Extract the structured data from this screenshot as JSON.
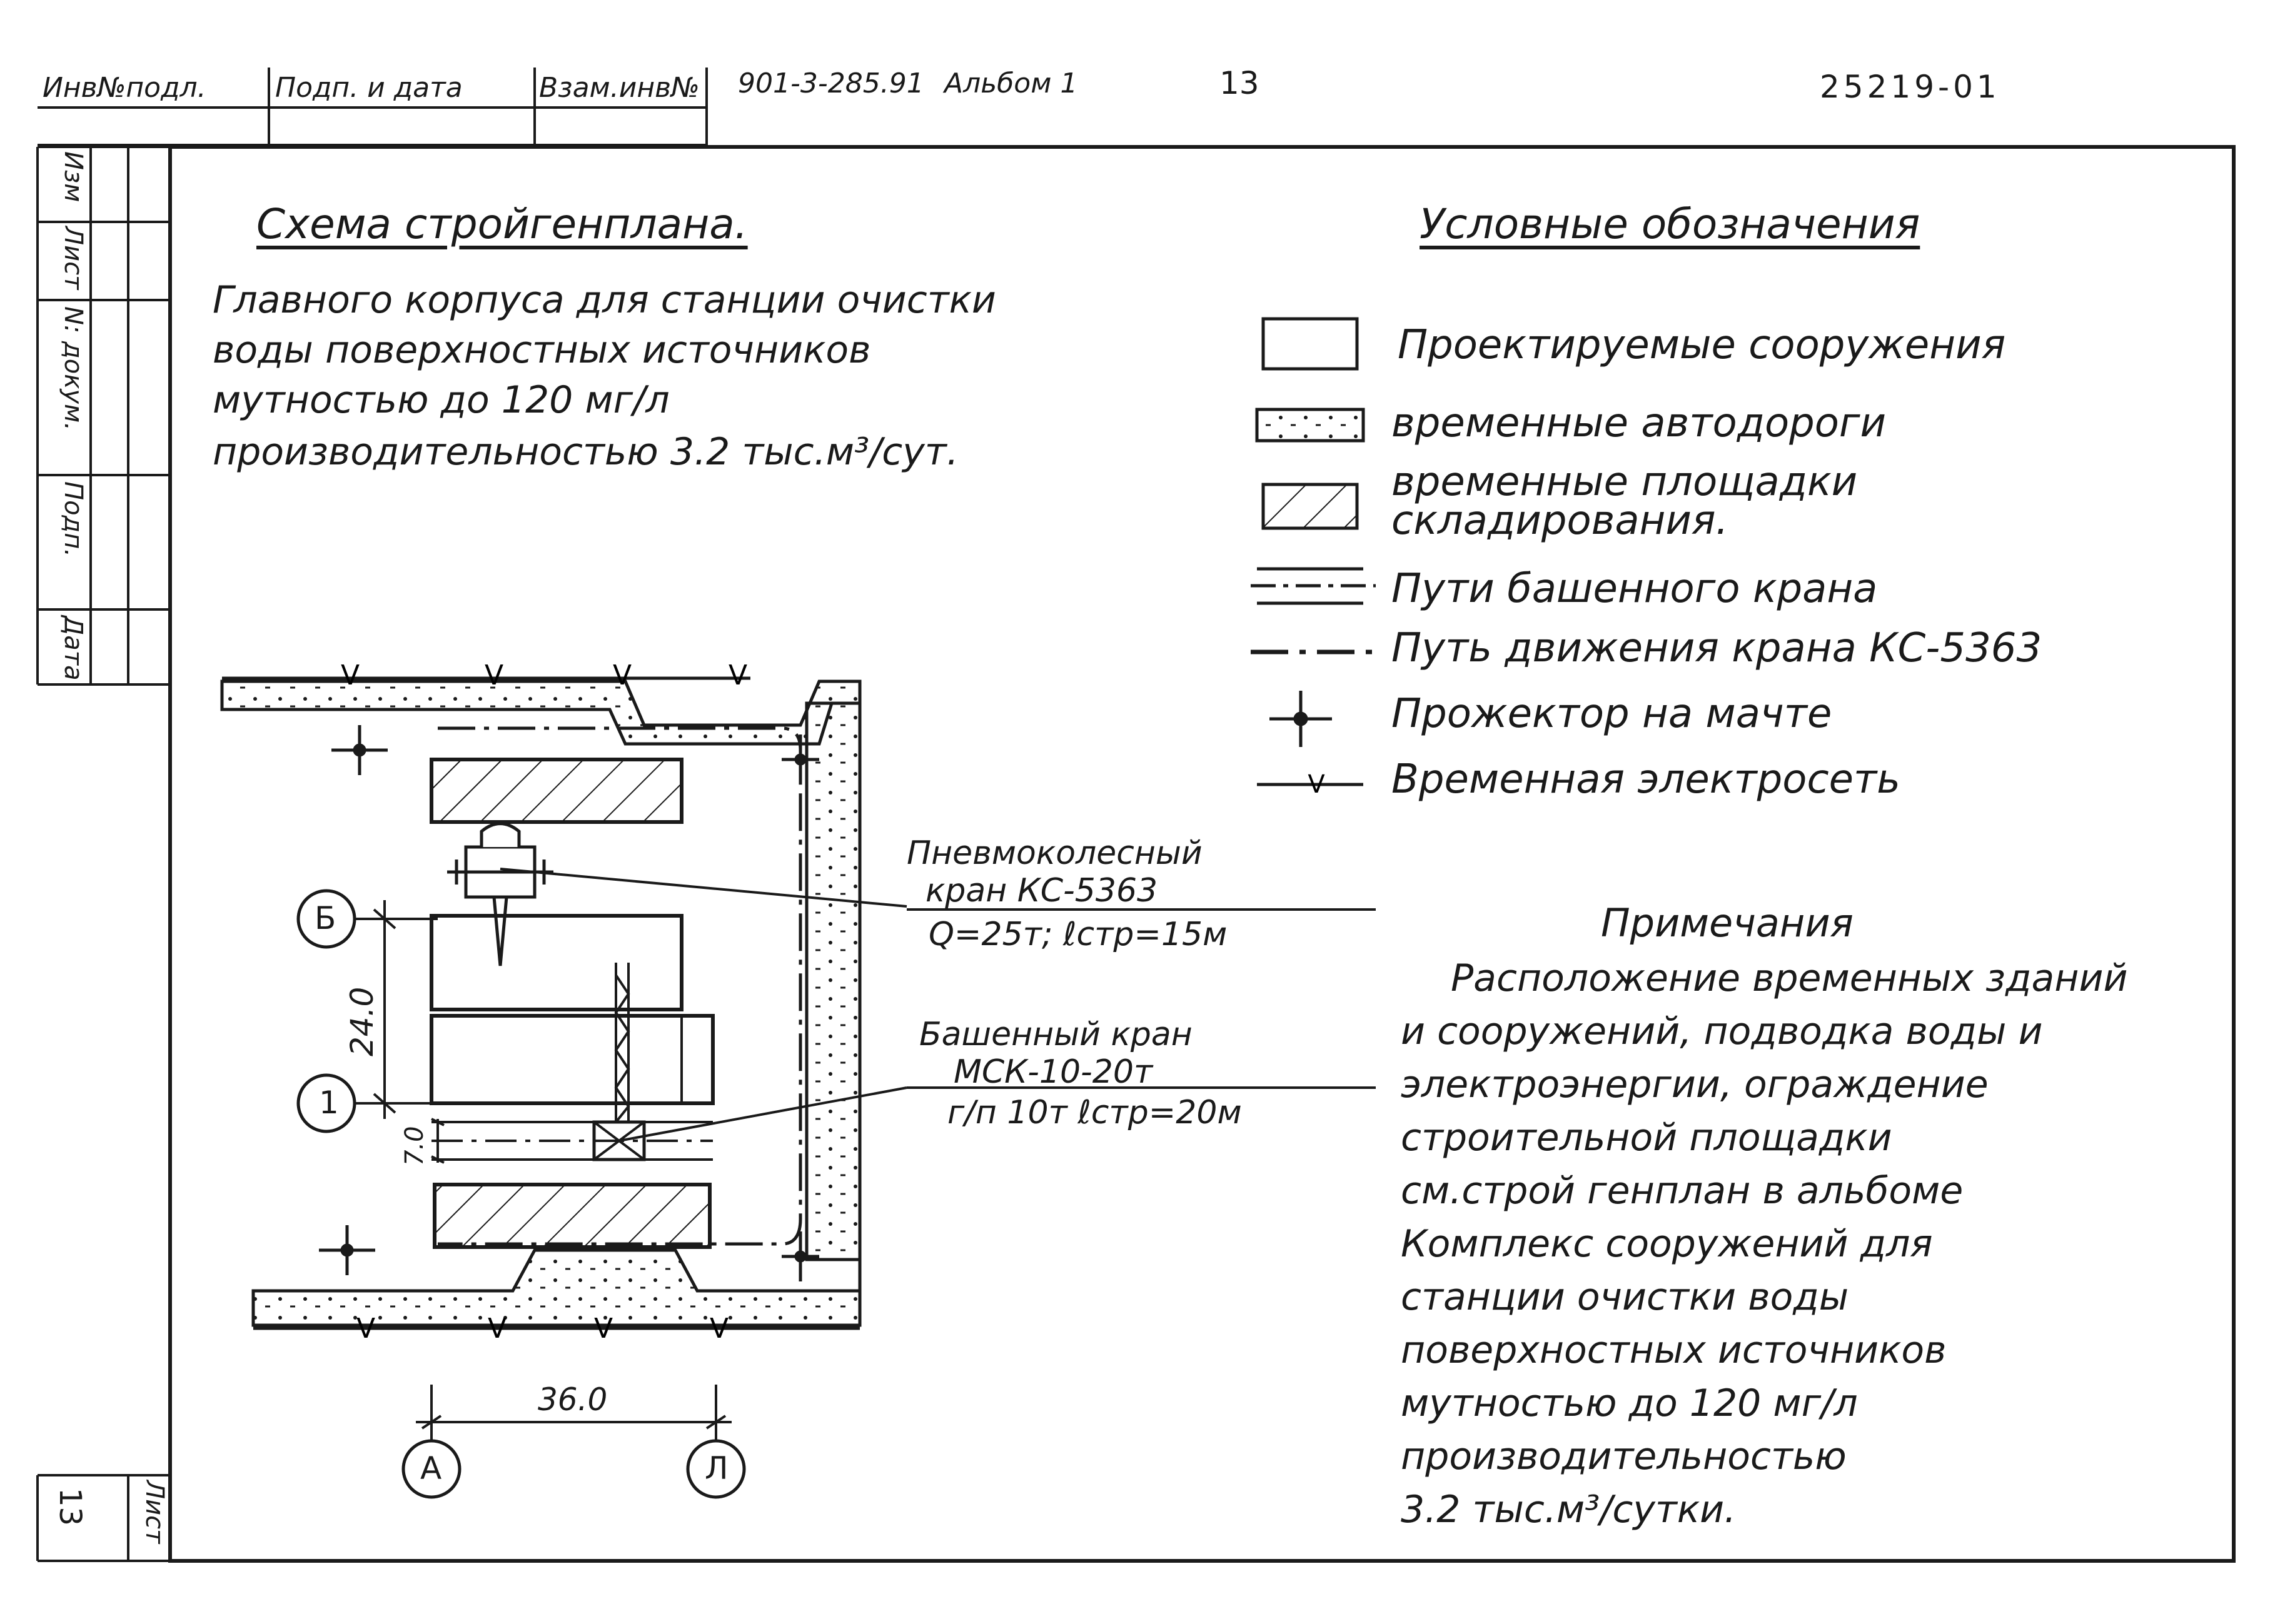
{
  "stamp": {
    "inv_podl": "Инв№подл.",
    "podp_data": "Подп. и дата",
    "vzam_inv": "Взам.инв№",
    "doc_code": "901-3-285.91",
    "album": "Альбом 1",
    "page_no": "13",
    "archive_no": "25219-01"
  },
  "side_table": {
    "izm": "Изм",
    "list": "Лист",
    "n_dokum": "N: докум.",
    "podp": "Подп.",
    "data": "Дата",
    "sheet_label": "Лист",
    "sheet_no": "13"
  },
  "title": {
    "heading": "Схема стройгенплана.",
    "lines": [
      "Главного корпуса для станции очистки",
      "воды поверхностных источников",
      "мутностью до 120 мг/л",
      "производительностью 3.2 тыс.м³/сут."
    ]
  },
  "legend": {
    "heading": "Условные обозначения",
    "items": [
      {
        "label": "Проектируемые сооружения"
      },
      {
        "label": "временные автодороги"
      },
      {
        "label": "временные площадки складирования."
      },
      {
        "label": "Пути башенного крана"
      },
      {
        "label": "Путь движения крана КС-5363"
      },
      {
        "label": "Прожектор на мачте"
      },
      {
        "label": "Временная электросеть"
      }
    ]
  },
  "plan": {
    "axis_b": "Б",
    "axis_1": "1",
    "axis_a": "А",
    "axis_l": "Л",
    "dim_vertical": "24.0",
    "dim_horizontal": "36.0",
    "dim_track": "7.0",
    "power_mark": "V",
    "crane_1": {
      "name": "Пневмоколесный",
      "model": "кран КС-5363",
      "params": "Q=25т; ℓстр=15м"
    },
    "crane_2": {
      "name": "Башенный кран",
      "model": "МСК-10-20т",
      "params": "г/п 10т ℓстр=20м"
    }
  },
  "notes": {
    "heading": "Примечания",
    "lines": [
      "Расположение временных зданий",
      "и сооружений, подводка воды и",
      "электроэнергии, ограждение",
      "строительной площадки",
      "см.строй генплан в альбоме",
      "Комплекс сооружений для",
      "станции очистки воды",
      "поверхностных источников",
      "мутностью до 120 мг/л",
      "производительностью",
      "3.2 тыс.м³/сутки."
    ]
  }
}
